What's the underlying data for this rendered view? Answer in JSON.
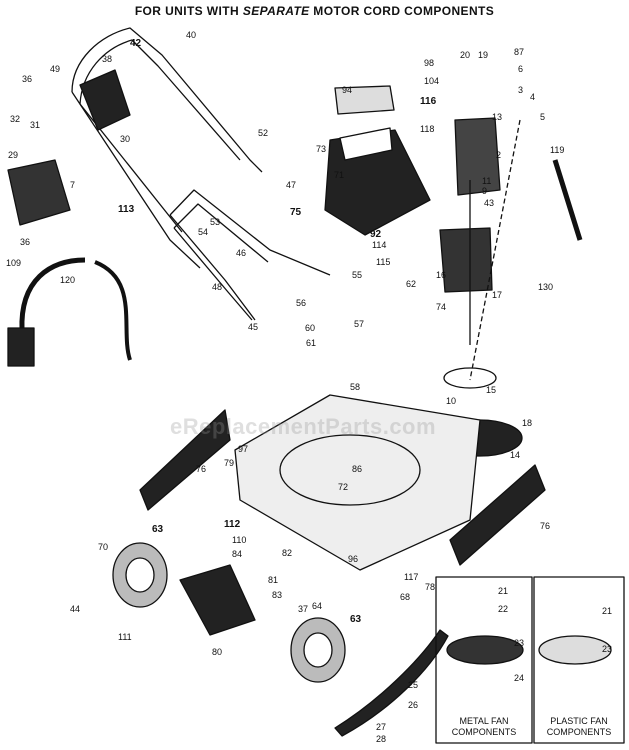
{
  "title_pre": "FOR UNITS WITH ",
  "title_em": "SEPARATE",
  "title_post": " MOTOR CORD COMPONENTS",
  "watermark": "eReplacementParts.com",
  "boxes": {
    "metal": [
      "METAL FAN",
      "COMPONENTS"
    ],
    "plastic": [
      "PLASTIC FAN",
      "COMPONENTS"
    ]
  },
  "part_numbers": [
    "40",
    "42",
    "38",
    "49",
    "36",
    "32",
    "31",
    "29",
    "7",
    "30",
    "52",
    "47",
    "113",
    "53",
    "54",
    "46",
    "48",
    "109",
    "120",
    "45",
    "56",
    "55",
    "36",
    "94",
    "73",
    "71",
    "75",
    "92",
    "114",
    "115",
    "97",
    "62",
    "74",
    "57",
    "60",
    "61",
    "58",
    "20",
    "19",
    "87",
    "98",
    "104",
    "116",
    "6",
    "3",
    "4",
    "5",
    "118",
    "2",
    "11",
    "9",
    "43",
    "119",
    "13",
    "16",
    "17",
    "130",
    "15",
    "10",
    "18",
    "14",
    "76",
    "79",
    "86",
    "72",
    "76",
    "112",
    "110",
    "84",
    "82",
    "81",
    "83",
    "37",
    "96",
    "63",
    "70",
    "44",
    "111",
    "80",
    "64",
    "68",
    "78",
    "117",
    "63",
    "21",
    "22",
    "23",
    "24",
    "21",
    "23",
    "25",
    "26",
    "27",
    "28"
  ]
}
